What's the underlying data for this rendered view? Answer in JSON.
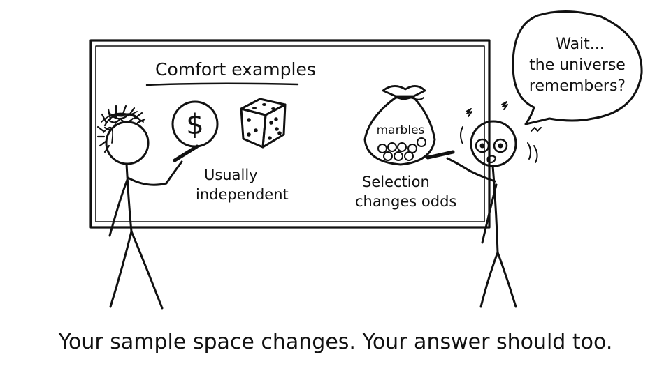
{
  "board": {
    "heading": "Comfort examples",
    "coin_symbol": "$",
    "left_caption_line1": "Usually",
    "left_caption_line2": "independent",
    "bag_label": "marbles",
    "right_caption_line1": "Selection",
    "right_caption_line2": "changes odds"
  },
  "speech_bubble": {
    "line1": "Wait...",
    "line2": "the universe",
    "line3": "remembers?"
  },
  "caption": "Your sample space changes. Your answer should too.",
  "colors": {
    "ink": "#111111",
    "background": "#ffffff"
  }
}
